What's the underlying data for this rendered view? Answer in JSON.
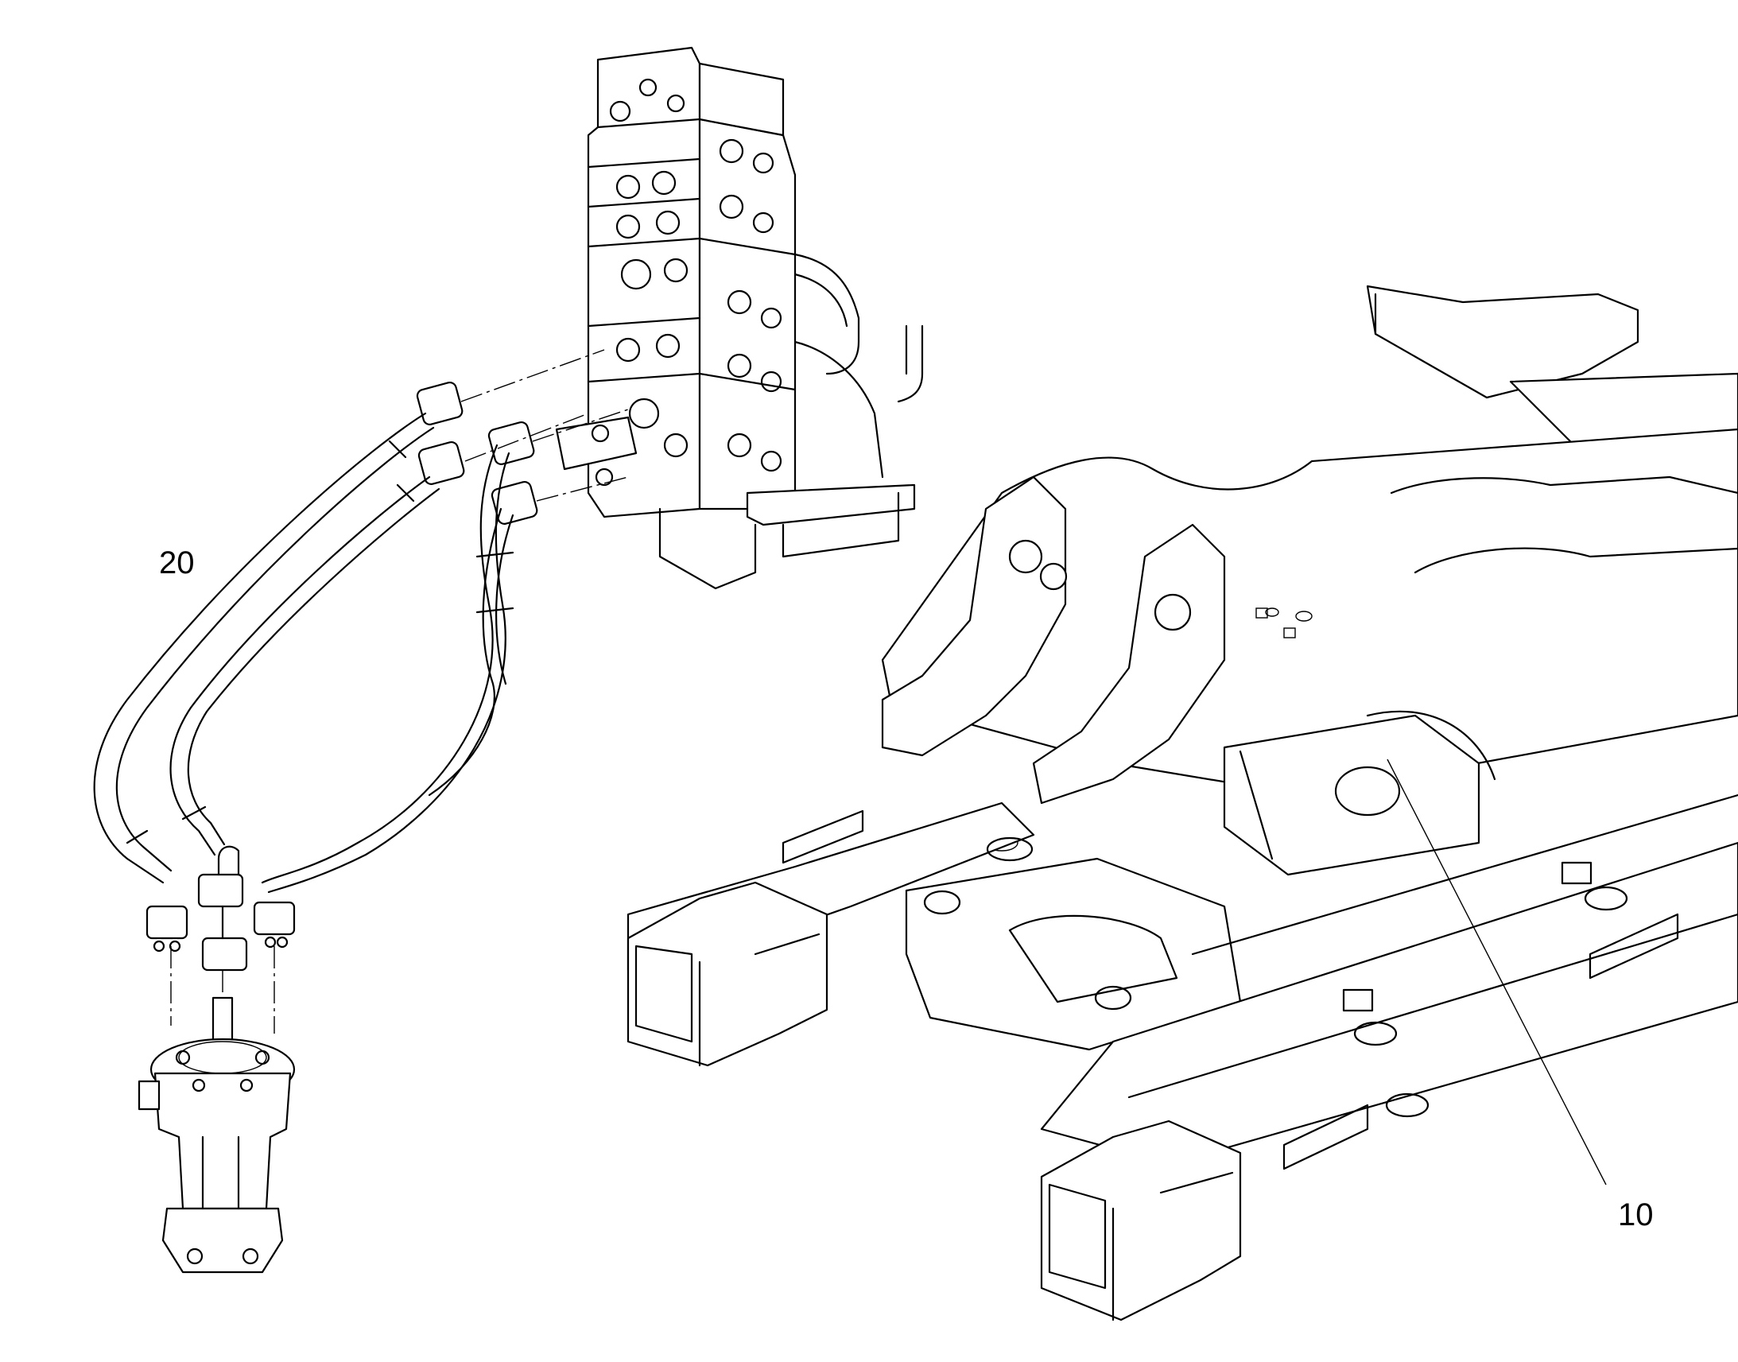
{
  "callouts": [
    {
      "id": "20",
      "text": "20"
    },
    {
      "id": "10",
      "text": "10"
    }
  ],
  "colors": {
    "line": "#000000",
    "background": "#ffffff"
  }
}
